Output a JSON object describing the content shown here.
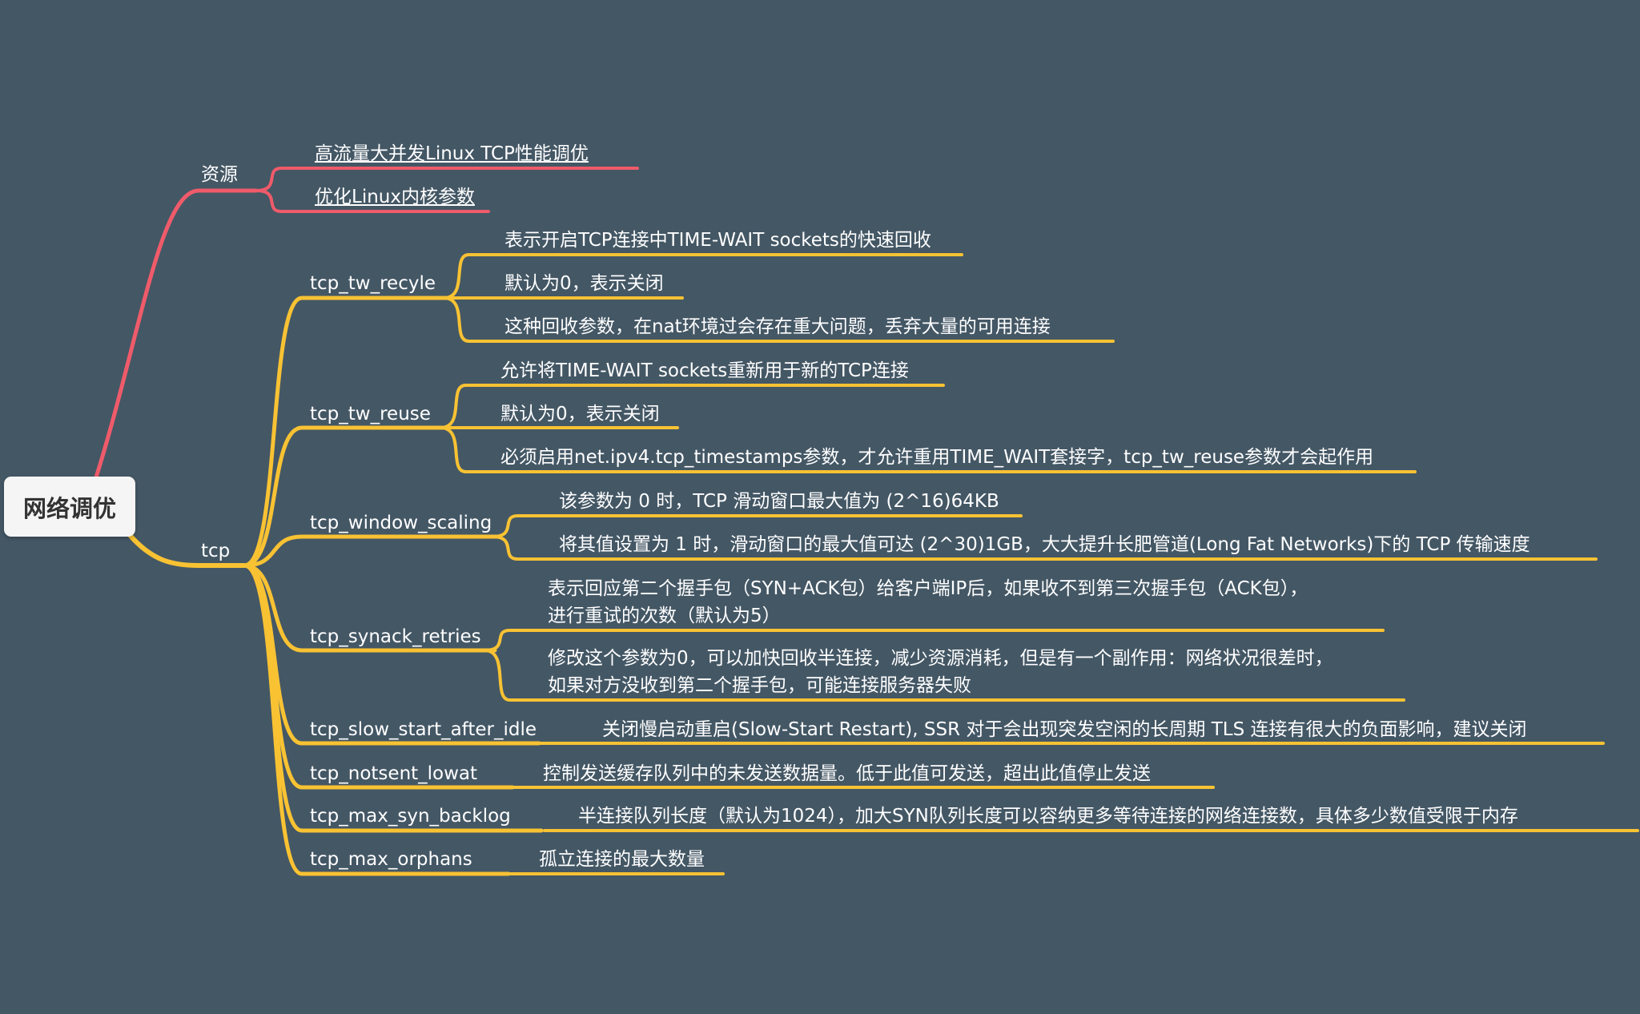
{
  "colors": {
    "background": "#445765",
    "branch_resources": "#ef5b6a",
    "branch_tcp": "#f8c233",
    "root_fill": "#f5f5f5",
    "root_text": "#333333",
    "text": "#ffffff"
  },
  "root": {
    "label": "网络调优"
  },
  "resources": {
    "label": "资源",
    "links": [
      "高流量大并发Linux TCP性能调优",
      "优化Linux内核参数"
    ]
  },
  "tcp": {
    "label": "tcp",
    "params": [
      {
        "name": "tcp_tw_recyle",
        "notes": [
          "表示开启TCP连接中TIME-WAIT sockets的快速回收",
          "默认为0，表示关闭",
          "这种回收参数，在nat环境过会存在重大问题，丢弃大量的可用连接"
        ]
      },
      {
        "name": "tcp_tw_reuse",
        "notes": [
          "允许将TIME-WAIT sockets重新用于新的TCP连接",
          "默认为0，表示关闭",
          "必须启用net.ipv4.tcp_timestamps参数，才允许重用TIME_WAIT套接字，tcp_tw_reuse参数才会起作用"
        ]
      },
      {
        "name": "tcp_window_scaling",
        "notes": [
          "该参数为 0 时，TCP 滑动窗口最大值为 (2^16)64KB",
          "将其值设置为 1 时，滑动窗口的最大值可达 (2^30)1GB，大大提升长肥管道(Long Fat Networks)下的 TCP 传输速度"
        ]
      },
      {
        "name": "tcp_synack_retries",
        "notes": [
          "表示回应第二个握手包（SYN+ACK包）给客户端IP后，如果收不到第三次握手包（ACK包），\n进行重试的次数（默认为5）",
          "修改这个参数为0，可以加快回收半连接，减少资源消耗，但是有一个副作用：网络状况很差时，\n如果对方没收到第二个握手包，可能连接服务器失败"
        ]
      },
      {
        "name": "tcp_slow_start_after_idle",
        "notes": [
          "关闭慢启动重启(Slow-Start Restart), SSR 对于会出现突发空闲的长周期 TLS 连接有很大的负面影响，建议关闭"
        ]
      },
      {
        "name": "tcp_notsent_lowat",
        "notes": [
          "控制发送缓存队列中的未发送数据量。低于此值可发送，超出此值停止发送"
        ]
      },
      {
        "name": "tcp_max_syn_backlog",
        "notes": [
          "半连接队列长度（默认为1024），加大SYN队列长度可以容纳更多等待连接的网络连接数，具体多少数值受限于内存"
        ]
      },
      {
        "name": "tcp_max_orphans",
        "notes": [
          "孤立连接的最大数量"
        ]
      }
    ]
  }
}
